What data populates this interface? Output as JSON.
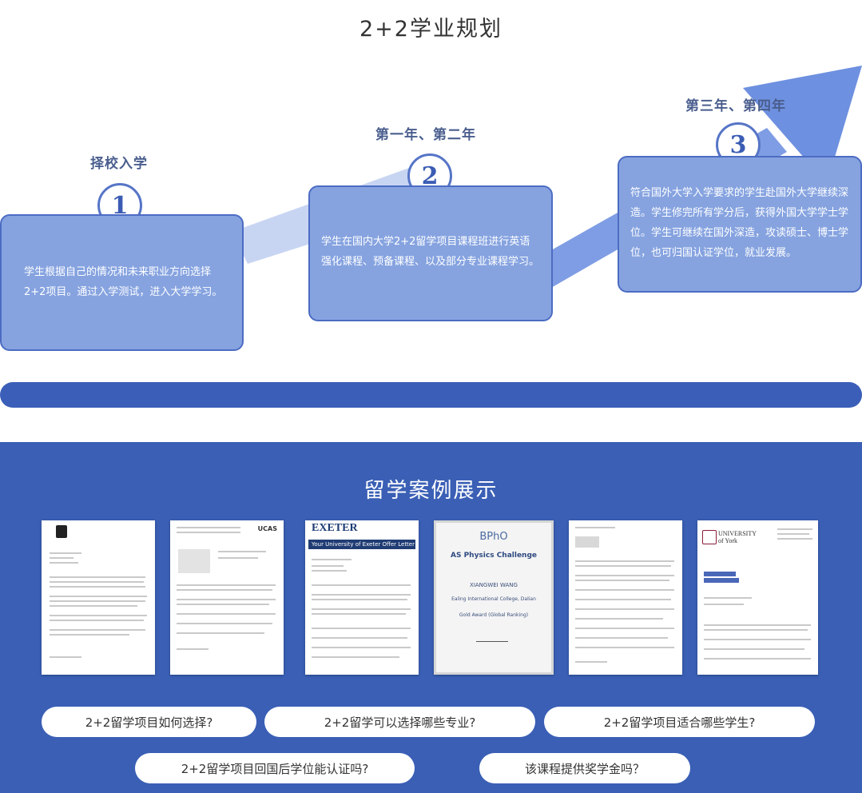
{
  "planning": {
    "title": "2+2学业规划",
    "steps": [
      {
        "heading": "择校入学",
        "number": "1",
        "text": "学生根据自己的情况和未来职业方向选择2+2项目。通过入学测试，进入大学学习。"
      },
      {
        "heading": "第一年、第二年",
        "number": "2",
        "text": "学生在国内大学2+2留学项目课程班进行英语强化课程、预备课程、以及部分专业课程学习。"
      },
      {
        "heading": "第三年、第四年",
        "number": "3",
        "text": "符合国外大学入学要求的学生赴国外大学继续深造。学生修完所有学分后，获得外国大学学士学位。学生可继续在国外深造，攻读硕士、博士学位，也可归国认证学位，就业发展。"
      }
    ]
  },
  "cases": {
    "title": "留学案例展示",
    "docs": {
      "ucas": "UCAS",
      "exeter_brand": "EXETER",
      "exeter_banner": "Your University of Exeter Offer Letter",
      "bpho_logo": "BPhO",
      "bpho_title": "AS Physics Challenge",
      "bpho_name": "XIANGWEI WANG",
      "bpho_school": "Ealing International College, Dalian",
      "bpho_award": "Gold Award (Global Ranking)",
      "york_brand": "UNIVERSITY of York"
    },
    "faq": [
      "2+2留学项目如何选择?",
      "2+2留学可以选择哪些专业?",
      "2+2留学项目适合哪些学生?",
      "2+2留学项目回国后学位能认证吗?",
      "该课程提供奖学金吗？"
    ]
  },
  "colors": {
    "primary": "#3b5fb8",
    "box_fill": "#86a3e0",
    "arrow": "#8faae6"
  }
}
